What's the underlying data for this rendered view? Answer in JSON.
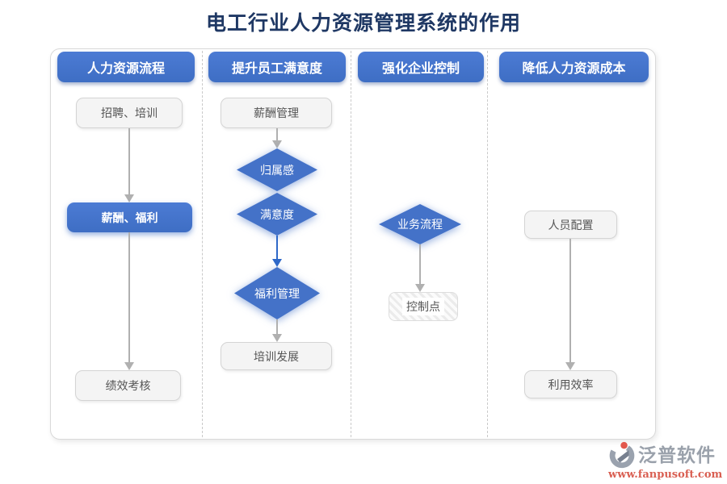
{
  "title": {
    "text": "电工行业人力资源管理系统的作用"
  },
  "columns": [
    {
      "header": "人力资源流程",
      "nodes": [
        {
          "label": "招聘、培训",
          "type": "process"
        },
        {
          "label": "薪酬、福利",
          "type": "highlight"
        },
        {
          "label": "绩效考核",
          "type": "process"
        }
      ]
    },
    {
      "header": "提升员工满意度",
      "nodes": [
        {
          "label": "薪酬管理",
          "type": "process"
        },
        {
          "label": "归属感",
          "type": "decision"
        },
        {
          "label": "满意度",
          "type": "decision"
        },
        {
          "label": "福利管理",
          "type": "decision"
        },
        {
          "label": "培训发展",
          "type": "process"
        }
      ]
    },
    {
      "header": "强化企业控制",
      "nodes": [
        {
          "label": "业务流程",
          "type": "decision"
        },
        {
          "label": "控制点",
          "type": "control-point"
        }
      ]
    },
    {
      "header": "降低人力资源成本",
      "nodes": [
        {
          "label": "人员配置",
          "type": "process"
        },
        {
          "label": "利用效率",
          "type": "process"
        }
      ]
    }
  ],
  "logo": {
    "name": "泛普软件",
    "url": "www.fanpusoft.com"
  },
  "colors": {
    "accent_blue": "#4472c8",
    "title_navy": "#1f3864",
    "node_gray_bg": "#f4f4f4",
    "arrow_gray": "#b0b0b0",
    "arrow_blue": "#2e68c8",
    "logo_gray": "#9aa1ab",
    "logo_red": "#d95f52"
  }
}
